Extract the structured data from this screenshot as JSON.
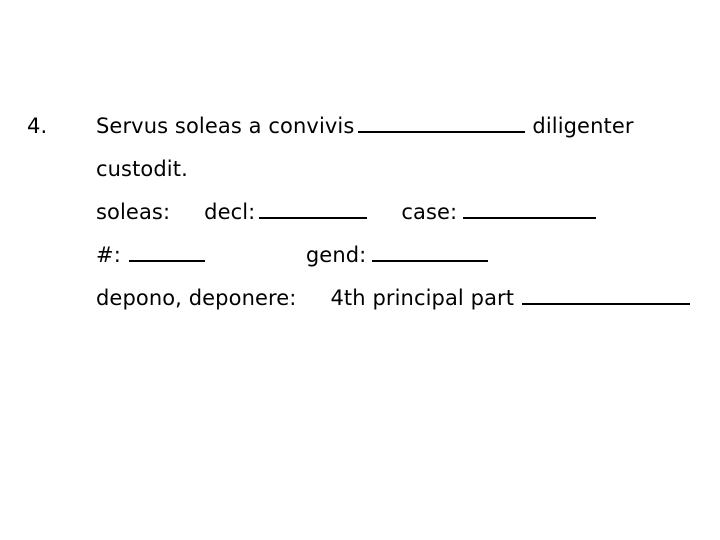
{
  "page": {
    "background_color": "#ffffff",
    "text_color": "#000000"
  },
  "item": {
    "number": "4.",
    "sentence": {
      "before_blank": "Servus soleas a convivis",
      "after_blank": "diligenter",
      "continuation": "custodit."
    },
    "parse_word": {
      "headword": "soleas:",
      "fields": [
        {
          "label": "decl:"
        },
        {
          "label": "case:"
        },
        {
          "label": "#:"
        },
        {
          "label": "gend:"
        }
      ]
    },
    "verb_entry": {
      "headword": "depono, deponere:",
      "prompt": "4th principal part"
    }
  }
}
